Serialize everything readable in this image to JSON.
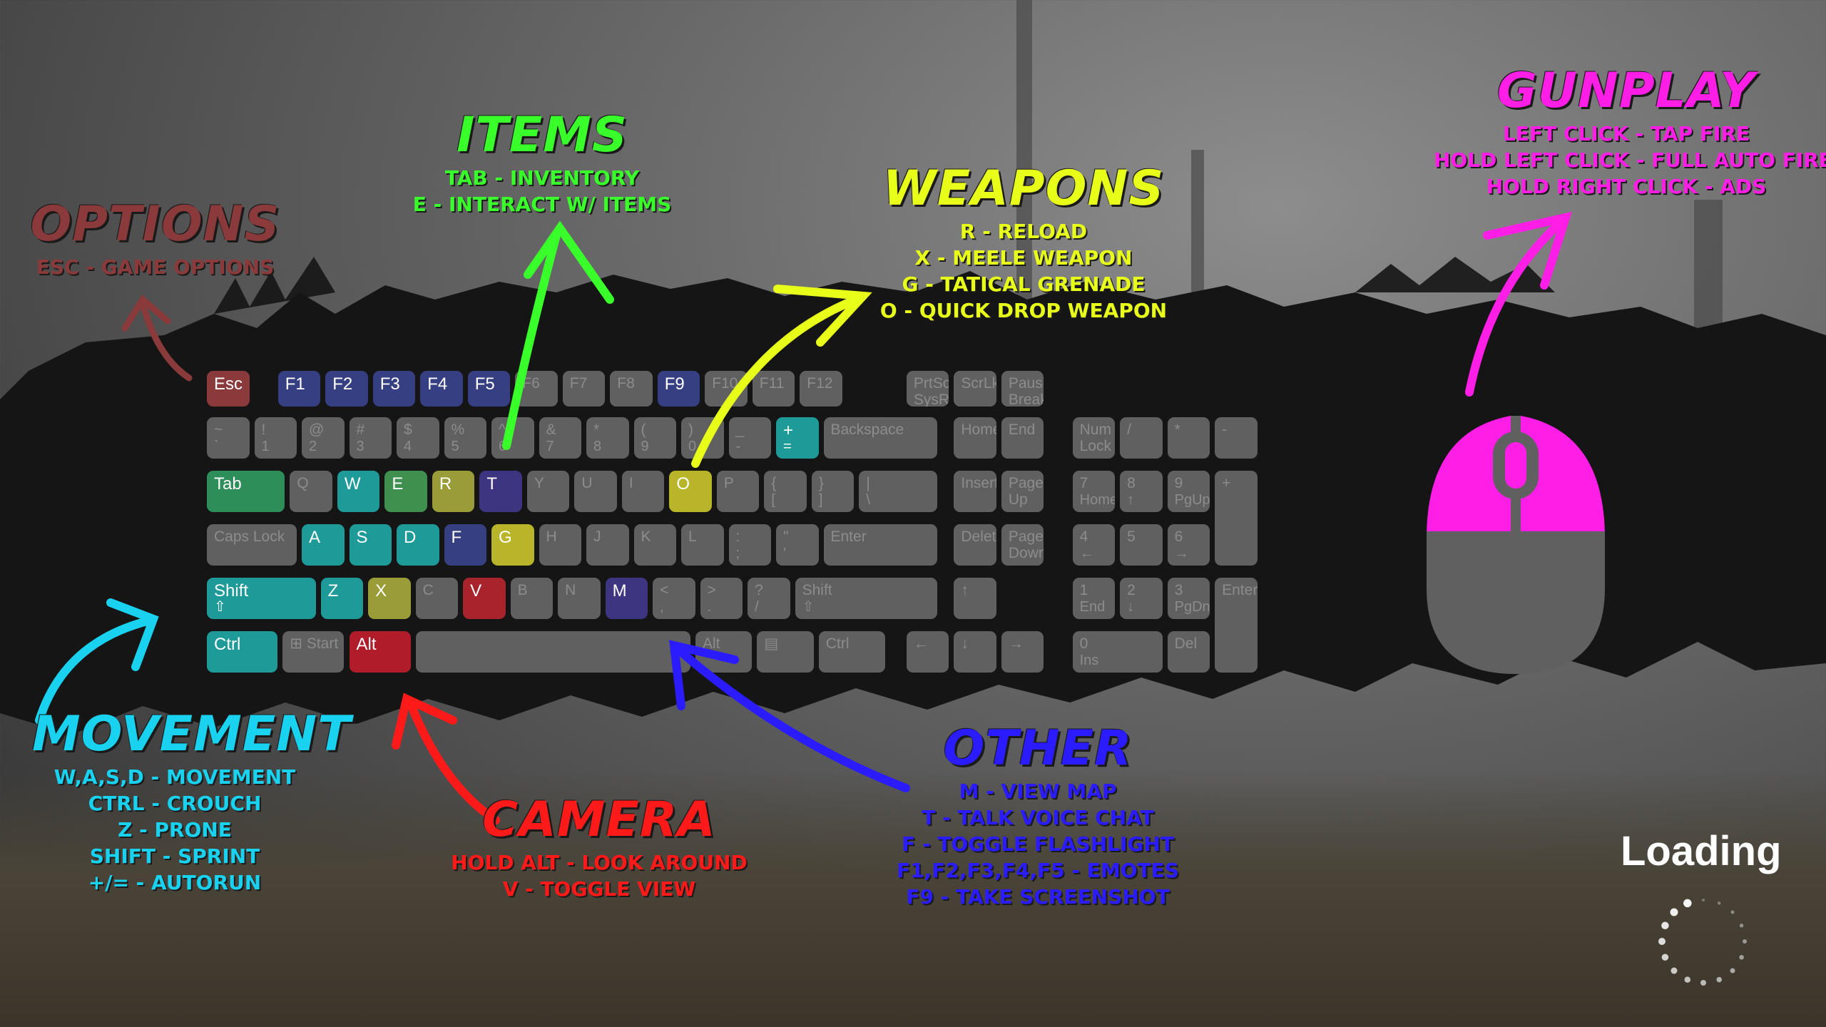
{
  "colors": {
    "options": "#8a3a3a",
    "items": "#39ff2a",
    "weapons": "#e8ff1a",
    "gunplay": "#ff1ee6",
    "movement": "#18d2f0",
    "camera": "#ff1a1a",
    "other": "#2b1cff"
  },
  "sections": {
    "options": {
      "title": "OPTIONS",
      "lines": [
        "ESC - GAME OPTIONS"
      ]
    },
    "items": {
      "title": "ITEMS",
      "lines": [
        "TAB - INVENTORY",
        "E - INTERACT W/ ITEMS"
      ]
    },
    "weapons": {
      "title": "WEAPONS",
      "lines": [
        "R - RELOAD",
        "X - MEELE WEAPON",
        "G - TATICAL GRENADE",
        "O - QUICK DROP WEAPON"
      ]
    },
    "gunplay": {
      "title": "GUNPLAY",
      "lines": [
        "LEFT CLICK - TAP FIRE",
        "HOLD LEFT CLICK - FULL AUTO FIRE",
        "HOLD RIGHT CLICK - ADS"
      ]
    },
    "movement": {
      "title": "MOVEMENT",
      "lines": [
        "W,A,S,D - MOVEMENT",
        "CTRL - CROUCH",
        "Z - PRONE",
        "SHIFT - SPRINT",
        "+/= - AUTORUN"
      ]
    },
    "camera": {
      "title": "CAMERA",
      "lines": [
        "HOLD ALT - LOOK AROUND",
        "V - TOGGLE VIEW"
      ]
    },
    "other": {
      "title": "OTHER",
      "lines": [
        "M - VIEW MAP",
        "T - TALK VOICE CHAT",
        "F - TOGGLE FLASHLIGHT",
        "F1,F2,F3,F4,F5 - EMOTES",
        "F9 - TAKE SCREENSHOT"
      ]
    }
  },
  "keyboard": {
    "keys": [
      {
        "l": "Esc",
        "s": "",
        "c": "c-esc"
      },
      {
        "l": "F1",
        "s": "",
        "c": "c-blue"
      },
      {
        "l": "F2",
        "s": "",
        "c": "c-blue"
      },
      {
        "l": "F3",
        "s": "",
        "c": "c-blue"
      },
      {
        "l": "F4",
        "s": "",
        "c": "c-blue"
      },
      {
        "l": "F5",
        "s": "",
        "c": "c-blue"
      },
      {
        "l": "F6",
        "s": "",
        "c": ""
      },
      {
        "l": "F7",
        "s": "",
        "c": ""
      },
      {
        "l": "F8",
        "s": "",
        "c": ""
      },
      {
        "l": "F9",
        "s": "",
        "c": "c-blue"
      },
      {
        "l": "F10",
        "s": "",
        "c": ""
      },
      {
        "l": "F11",
        "s": "",
        "c": ""
      },
      {
        "l": "F12",
        "s": "",
        "c": ""
      },
      {
        "l": "PrtScn SysRq",
        "s": "",
        "c": ""
      },
      {
        "l": "ScrLk",
        "s": "",
        "c": ""
      },
      {
        "l": "Pause Break",
        "s": "",
        "c": ""
      },
      {
        "l": "~",
        "s": "`",
        "c": ""
      },
      {
        "l": "!",
        "s": "1",
        "c": ""
      },
      {
        "l": "@",
        "s": "2",
        "c": ""
      },
      {
        "l": "#",
        "s": "3",
        "c": ""
      },
      {
        "l": "$",
        "s": "4",
        "c": ""
      },
      {
        "l": "%",
        "s": "5",
        "c": ""
      },
      {
        "l": "^",
        "s": "6",
        "c": ""
      },
      {
        "l": "&",
        "s": "7",
        "c": ""
      },
      {
        "l": "*",
        "s": "8",
        "c": ""
      },
      {
        "l": "(",
        "s": "9",
        "c": ""
      },
      {
        "l": ")",
        "s": "0",
        "c": ""
      },
      {
        "l": "_",
        "s": "-",
        "c": ""
      },
      {
        "l": "+",
        "s": "=",
        "c": "c-teal"
      },
      {
        "l": "Backspace",
        "s": "",
        "c": ""
      },
      {
        "l": "Home",
        "s": "",
        "c": ""
      },
      {
        "l": "End",
        "s": "",
        "c": ""
      },
      {
        "l": "Num Lock",
        "s": "",
        "c": ""
      },
      {
        "l": "/",
        "s": "",
        "c": ""
      },
      {
        "l": "*",
        "s": "",
        "c": ""
      },
      {
        "l": "-",
        "s": "",
        "c": ""
      },
      {
        "l": "Tab",
        "s": "",
        "c": "c-darkgreen"
      },
      {
        "l": "Q",
        "s": "",
        "c": ""
      },
      {
        "l": "W",
        "s": "",
        "c": "c-teal"
      },
      {
        "l": "E",
        "s": "",
        "c": "c-green"
      },
      {
        "l": "R",
        "s": "",
        "c": "c-olive"
      },
      {
        "l": "T",
        "s": "",
        "c": "c-purple"
      },
      {
        "l": "Y",
        "s": "",
        "c": ""
      },
      {
        "l": "U",
        "s": "",
        "c": ""
      },
      {
        "l": "I",
        "s": "",
        "c": ""
      },
      {
        "l": "O",
        "s": "",
        "c": "c-yellow"
      },
      {
        "l": "P",
        "s": "",
        "c": ""
      },
      {
        "l": "{",
        "s": "[",
        "c": ""
      },
      {
        "l": "}",
        "s": "]",
        "c": ""
      },
      {
        "l": "|",
        "s": "\\",
        "c": ""
      },
      {
        "l": "Insert",
        "s": "",
        "c": ""
      },
      {
        "l": "Page Up",
        "s": "",
        "c": ""
      },
      {
        "l": "7",
        "s": "Home",
        "c": ""
      },
      {
        "l": "8",
        "s": "↑",
        "c": ""
      },
      {
        "l": "9",
        "s": "PgUp",
        "c": ""
      },
      {
        "l": "+",
        "s": "",
        "c": ""
      },
      {
        "l": "Caps Lock",
        "s": "",
        "c": ""
      },
      {
        "l": "A",
        "s": "",
        "c": "c-teal"
      },
      {
        "l": "S",
        "s": "",
        "c": "c-teal"
      },
      {
        "l": "D",
        "s": "",
        "c": "c-teal"
      },
      {
        "l": "F",
        "s": "",
        "c": "c-blue"
      },
      {
        "l": "G",
        "s": "",
        "c": "c-yellow"
      },
      {
        "l": "H",
        "s": "",
        "c": ""
      },
      {
        "l": "J",
        "s": "",
        "c": ""
      },
      {
        "l": "K",
        "s": "",
        "c": ""
      },
      {
        "l": "L",
        "s": "",
        "c": ""
      },
      {
        "l": ":",
        "s": ";",
        "c": ""
      },
      {
        "l": "\"",
        "s": "'",
        "c": ""
      },
      {
        "l": "Enter",
        "s": "",
        "c": ""
      },
      {
        "l": "Delete",
        "s": "",
        "c": ""
      },
      {
        "l": "Page Down",
        "s": "",
        "c": ""
      },
      {
        "l": "4",
        "s": "←",
        "c": ""
      },
      {
        "l": "5",
        "s": "",
        "c": ""
      },
      {
        "l": "6",
        "s": "→",
        "c": ""
      },
      {
        "l": "Shift",
        "s": "⇧",
        "c": "c-teal"
      },
      {
        "l": "Z",
        "s": "",
        "c": "c-teal"
      },
      {
        "l": "X",
        "s": "",
        "c": "c-olive"
      },
      {
        "l": "C",
        "s": "",
        "c": ""
      },
      {
        "l": "V",
        "s": "",
        "c": "c-red"
      },
      {
        "l": "B",
        "s": "",
        "c": ""
      },
      {
        "l": "N",
        "s": "",
        "c": ""
      },
      {
        "l": "M",
        "s": "",
        "c": "c-purple"
      },
      {
        "l": "<",
        "s": ",",
        "c": ""
      },
      {
        "l": ">",
        "s": ".",
        "c": ""
      },
      {
        "l": "?",
        "s": "/",
        "c": ""
      },
      {
        "l": "Shift",
        "s": "⇧",
        "c": ""
      },
      {
        "l": "↑",
        "s": "",
        "c": ""
      },
      {
        "l": "1",
        "s": "End",
        "c": ""
      },
      {
        "l": "2",
        "s": "↓",
        "c": ""
      },
      {
        "l": "3",
        "s": "PgDn",
        "c": ""
      },
      {
        "l": "Enter",
        "s": "",
        "c": ""
      },
      {
        "l": "Ctrl",
        "s": "",
        "c": "c-teal"
      },
      {
        "l": "⊞ Start",
        "s": "",
        "c": ""
      },
      {
        "l": "Alt",
        "s": "",
        "c": "c-darkred"
      },
      {
        "l": "",
        "s": "",
        "c": ""
      },
      {
        "l": "Alt",
        "s": "",
        "c": ""
      },
      {
        "l": "▤",
        "s": "",
        "c": ""
      },
      {
        "l": "Ctrl",
        "s": "",
        "c": ""
      },
      {
        "l": "←",
        "s": "",
        "c": ""
      },
      {
        "l": "↓",
        "s": "",
        "c": ""
      },
      {
        "l": "→",
        "s": "",
        "c": ""
      },
      {
        "l": "0",
        "s": "Ins",
        "c": ""
      },
      {
        "l": "Del",
        "s": "",
        "c": ""
      }
    ]
  },
  "mouse": {
    "color": "#ff1ee6",
    "body": "#606060"
  },
  "status": {
    "loading": "Loading"
  }
}
